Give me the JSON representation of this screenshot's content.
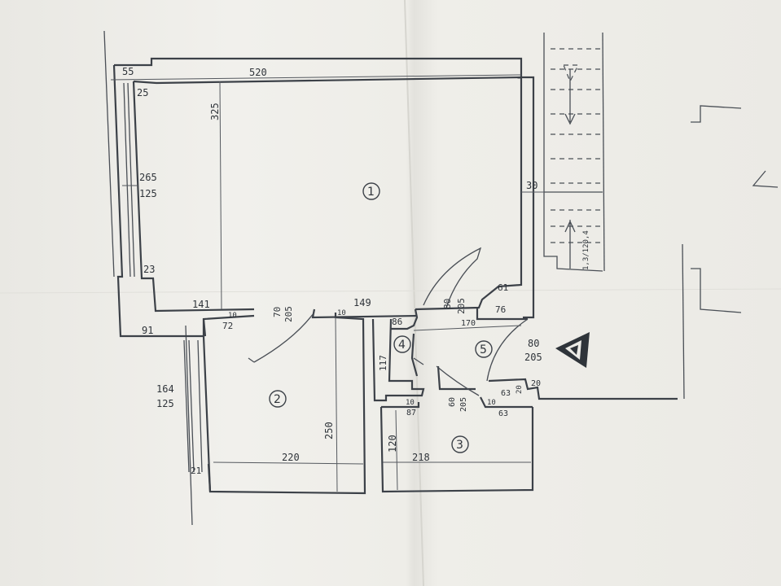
{
  "plan": {
    "dimensions": {
      "d55": "55",
      "d520": "520",
      "d325": "325",
      "d25": "25",
      "d265": "265",
      "d125a": "125",
      "d23": "23",
      "d30": "30",
      "d141": "141",
      "d10a": "10",
      "d72": "72",
      "d70": "70",
      "d205a": "205",
      "d149": "149",
      "d10b": "10",
      "d86": "86",
      "d80a": "80",
      "d205b": "205",
      "d61": "61",
      "d76": "76",
      "d170": "170",
      "d80b": "80",
      "d205c": "205",
      "d91": "91",
      "d117": "117",
      "d20a": "20",
      "d63a": "63",
      "d20b": "20",
      "d10c": "10",
      "d87": "87",
      "d60": "60",
      "d205d": "205",
      "d10d": "10",
      "d63b": "63",
      "d164": "164",
      "d125b": "125",
      "d250": "250",
      "d120": "120",
      "d218": "218",
      "d21": "21",
      "d220": "220",
      "stair": "1,3/120,4"
    },
    "rooms": [
      "1",
      "2",
      "3",
      "4",
      "5"
    ]
  }
}
